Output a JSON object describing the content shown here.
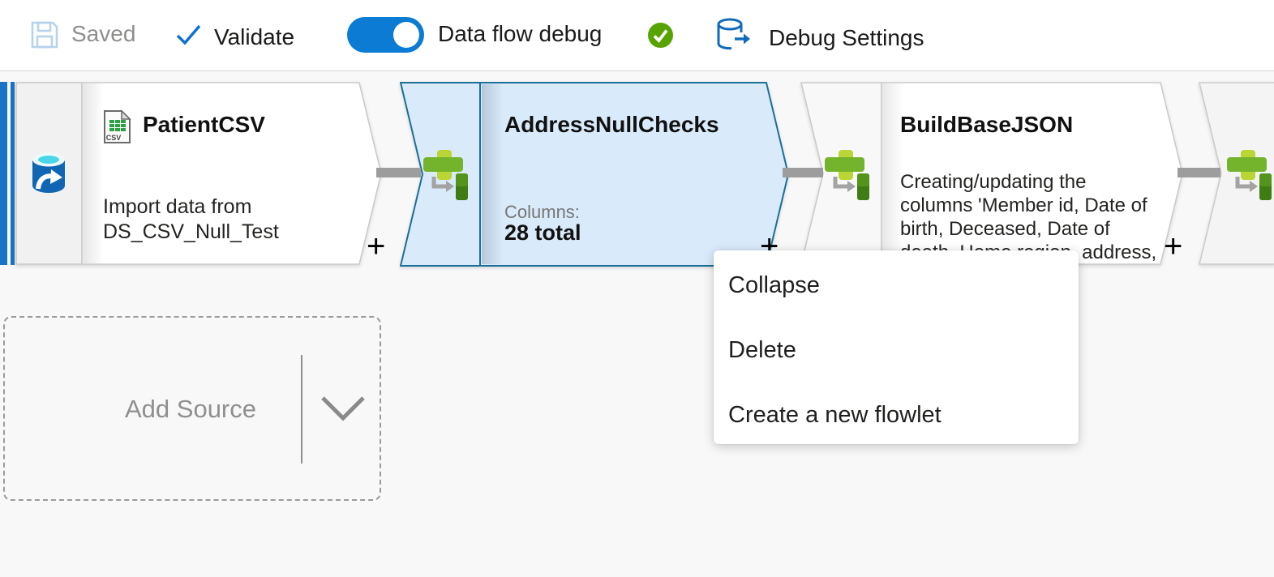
{
  "toolbar": {
    "saved_label": "Saved",
    "validate_label": "Validate",
    "dataflow_debug_label": "Data flow debug",
    "dataflow_debug_state": "on",
    "debug_settings_label": "Debug Settings"
  },
  "colors": {
    "toggle_on_blue": "#0b7bd3",
    "status_green": "#57a300",
    "selected_node_fill": "#d9eafa",
    "selected_node_border": "#1c7096",
    "connector_grey": "#9d9d9d",
    "source_icon_blue": "#1166b4",
    "transform_icon_green": "#74b42c"
  },
  "ui": {
    "plus_label": "+"
  },
  "canvas": {
    "nodes": [
      {
        "title": "PatientCSV",
        "description": "Import data from DS_CSV_Null_Test",
        "type": "source"
      },
      {
        "title": "AddressNullChecks",
        "columns_label": "Columns:",
        "columns_value": "28 total",
        "selected": true,
        "type": "derived-column"
      },
      {
        "title": "BuildBaseJSON",
        "description": "Creating/updating the columns 'Member id, Date of birth, Deceased, Date of death, Home region, address,",
        "type": "derived-column"
      }
    ],
    "context_menu": {
      "items": [
        "Collapse",
        "Delete",
        "Create a new flowlet"
      ]
    },
    "add_source": {
      "label": "Add Source"
    }
  }
}
